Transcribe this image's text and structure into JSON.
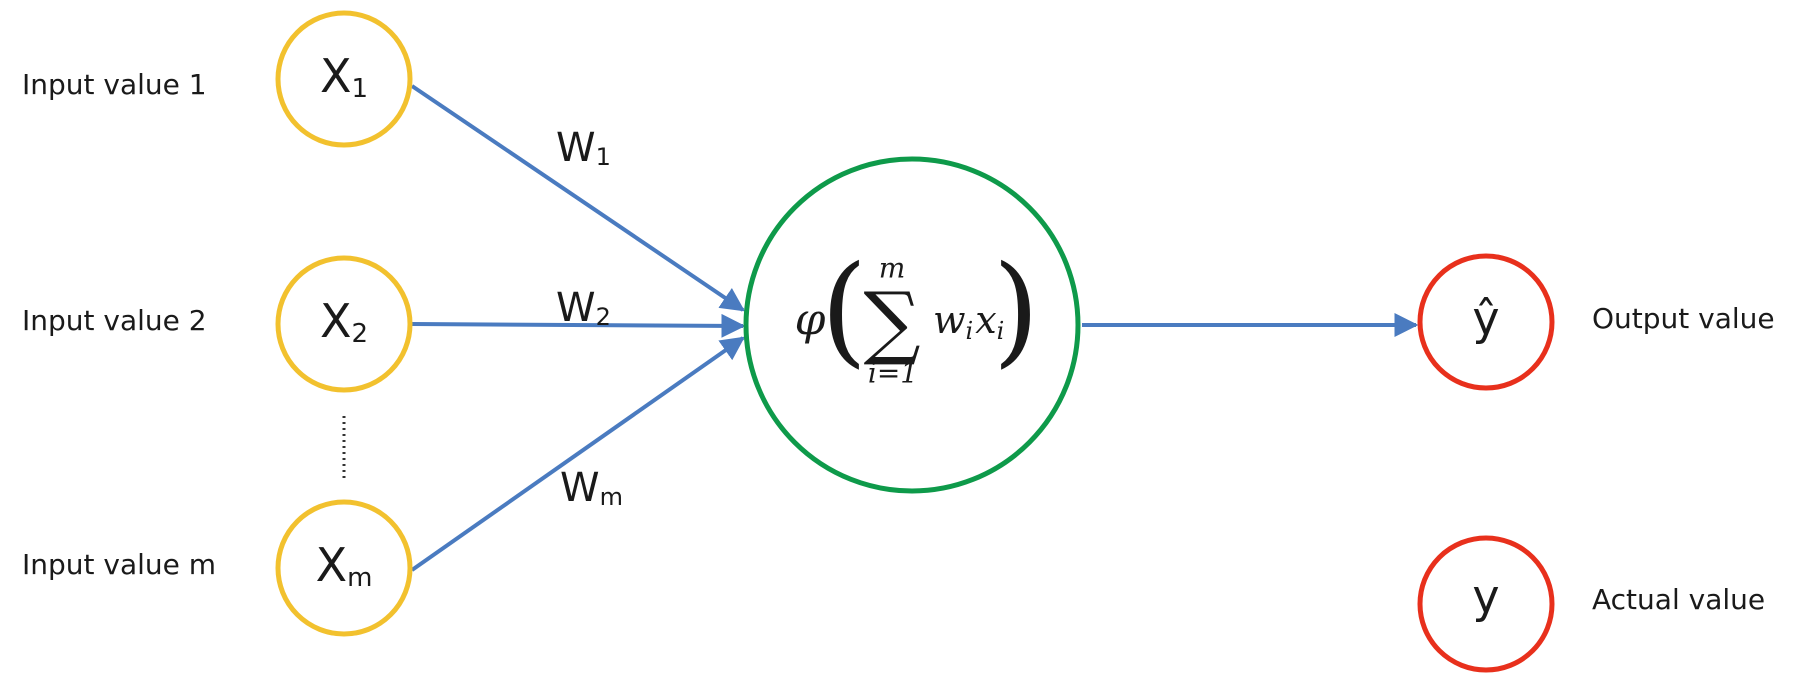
{
  "colors": {
    "input_node": "#F2C12E",
    "neuron": "#0E9A4A",
    "output_node": "#E8301C",
    "edge": "#4A7BC0",
    "ellipsis": "#333333"
  },
  "inputs": [
    {
      "label": "Input value 1",
      "symbol": "X",
      "subscript": "1"
    },
    {
      "label": "Input value 2",
      "symbol": "X",
      "subscript": "2"
    },
    {
      "label": "Input value m",
      "symbol": "X",
      "subscript": "m"
    }
  ],
  "weights": [
    {
      "symbol": "W",
      "subscript": "1"
    },
    {
      "symbol": "W",
      "subscript": "2"
    },
    {
      "symbol": "W",
      "subscript": "m"
    }
  ],
  "neuron": {
    "activation": "φ",
    "sum_symbol": "∑",
    "upper_limit": "m",
    "lower_limit": "i=1",
    "term_w": "w",
    "term_w_sub": "i",
    "term_x": "x",
    "term_x_sub": "i",
    "left_paren": "(",
    "right_paren": ")"
  },
  "outputs": [
    {
      "label": "Output value",
      "symbol": "ŷ"
    },
    {
      "label": "Actual value",
      "symbol": "y"
    }
  ]
}
